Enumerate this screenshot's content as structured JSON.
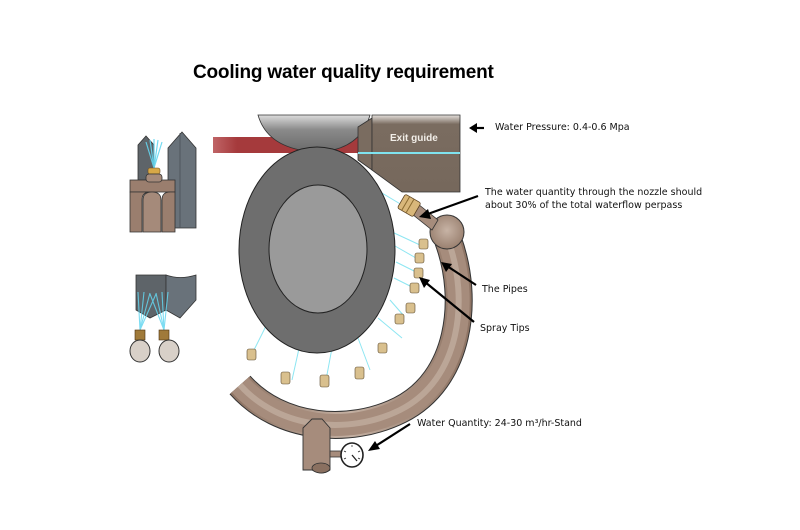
{
  "title": "Cooling water quality requirement",
  "labels": {
    "water_pressure": "Water Pressure: 0.4-0.6 Mpa",
    "nozzle_line1": "The water quantity through the nozzle should",
    "nozzle_line2": "about 30% of the total waterflow perpass",
    "pipes": "The Pipes",
    "spray_tips": "Spray Tips",
    "water_quantity": "Water Quantity: 24-30 m³/hr-Stand"
  },
  "components": {
    "exit_guide": "Exit guide"
  },
  "colors": {
    "roll_outer": "#6e6e6e",
    "roll_inner": "#9a9a9a",
    "bar": "#a53a3c",
    "pipe": "#a68c7c",
    "guide": "#7a6c60",
    "water": "#7fe3ef",
    "nozzle": "#d9b77a"
  }
}
